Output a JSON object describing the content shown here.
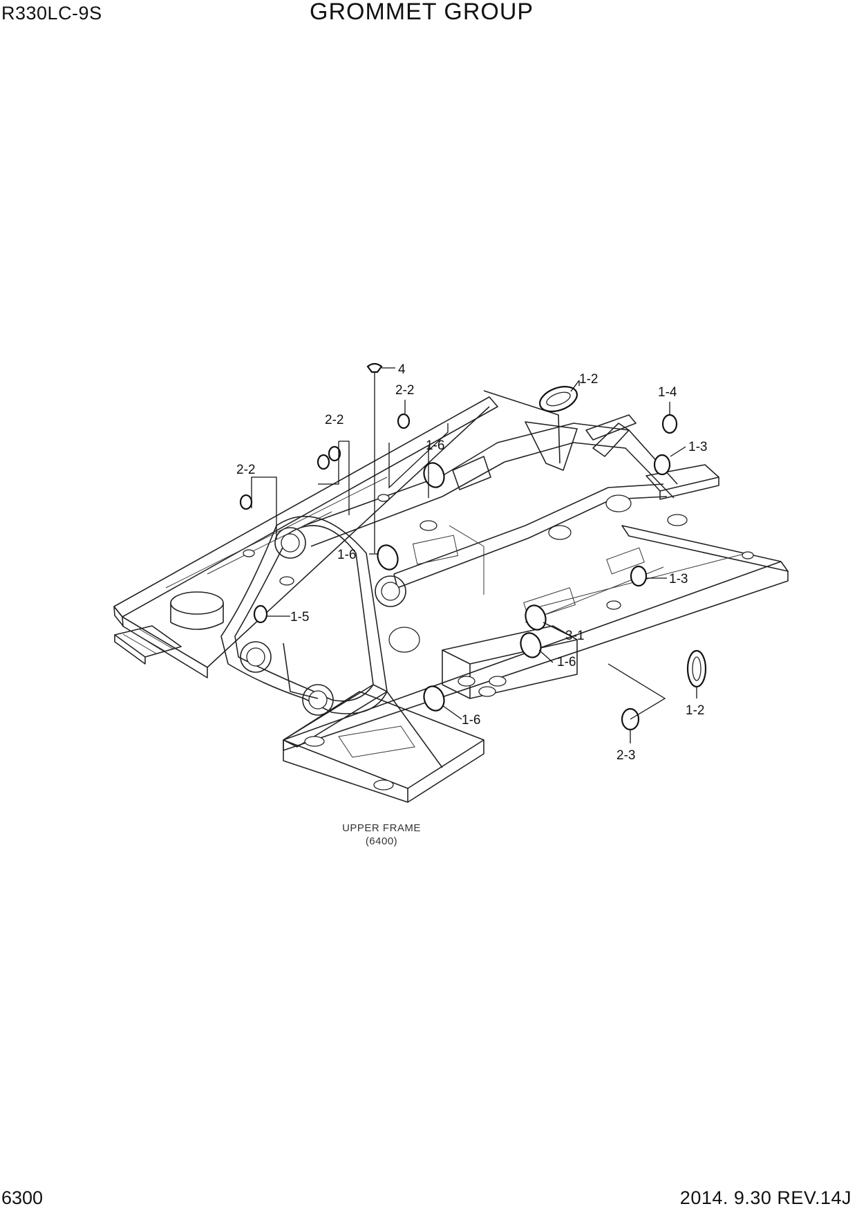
{
  "header": {
    "model": "R330LC-9S",
    "title": "GROMMET GROUP"
  },
  "footer": {
    "page_number": "6300",
    "revision": "2014. 9.30  REV.14J"
  },
  "diagram": {
    "caption_line1": "UPPER FRAME",
    "caption_line2": "(6400)",
    "callouts": {
      "c4": "4",
      "c2_2_top": "2-2",
      "c1_2_top": "1-2",
      "c1_4": "1-4",
      "c2_2_mid": "2-2",
      "c1_6_top": "1-6",
      "c1_3_top": "1-3",
      "c2_2_left": "2-2",
      "c1_6_mid": "1-6",
      "c1_3_mid": "1-3",
      "c1_5": "1-5",
      "c3_1": "3-1",
      "c1_6_low": "1-6",
      "c1_2_low": "1-2",
      "c1_6_bottom": "1-6",
      "c2_3": "2-3"
    }
  }
}
